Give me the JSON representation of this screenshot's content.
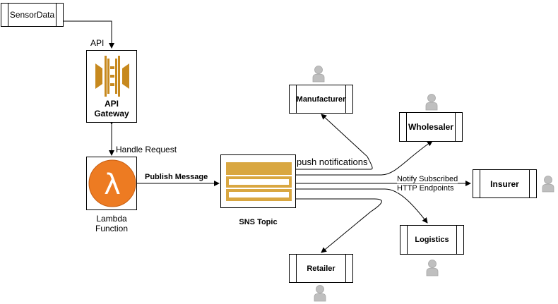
{
  "nodes": {
    "sensor": "SensorData",
    "api_gateway": {
      "line1": "API",
      "line2": "Gateway"
    },
    "lambda": {
      "line1": "Lambda",
      "line2": "Function"
    },
    "sns": "SNS Topic",
    "manufacturer": "Manufacturer",
    "wholesaler": "Wholesaler",
    "insurer": "Insurer",
    "logistics": "Logistics",
    "retailer": "Retailer"
  },
  "edges": {
    "api": "API",
    "handle_request": "Handle Request",
    "publish_message": "Publish Message",
    "push_notifications": "push notifications",
    "notify_line1": "Notify Subscribed",
    "notify_line2": "HTTP Endpoints"
  },
  "icons": [
    "api-gateway-icon",
    "lambda-icon",
    "sns-topic-icon",
    "person-icon"
  ],
  "colors": {
    "lambda": "#ED7B22",
    "gateway": "#C7891E",
    "sns": "#D9A741",
    "person": "#BFBFBF"
  }
}
